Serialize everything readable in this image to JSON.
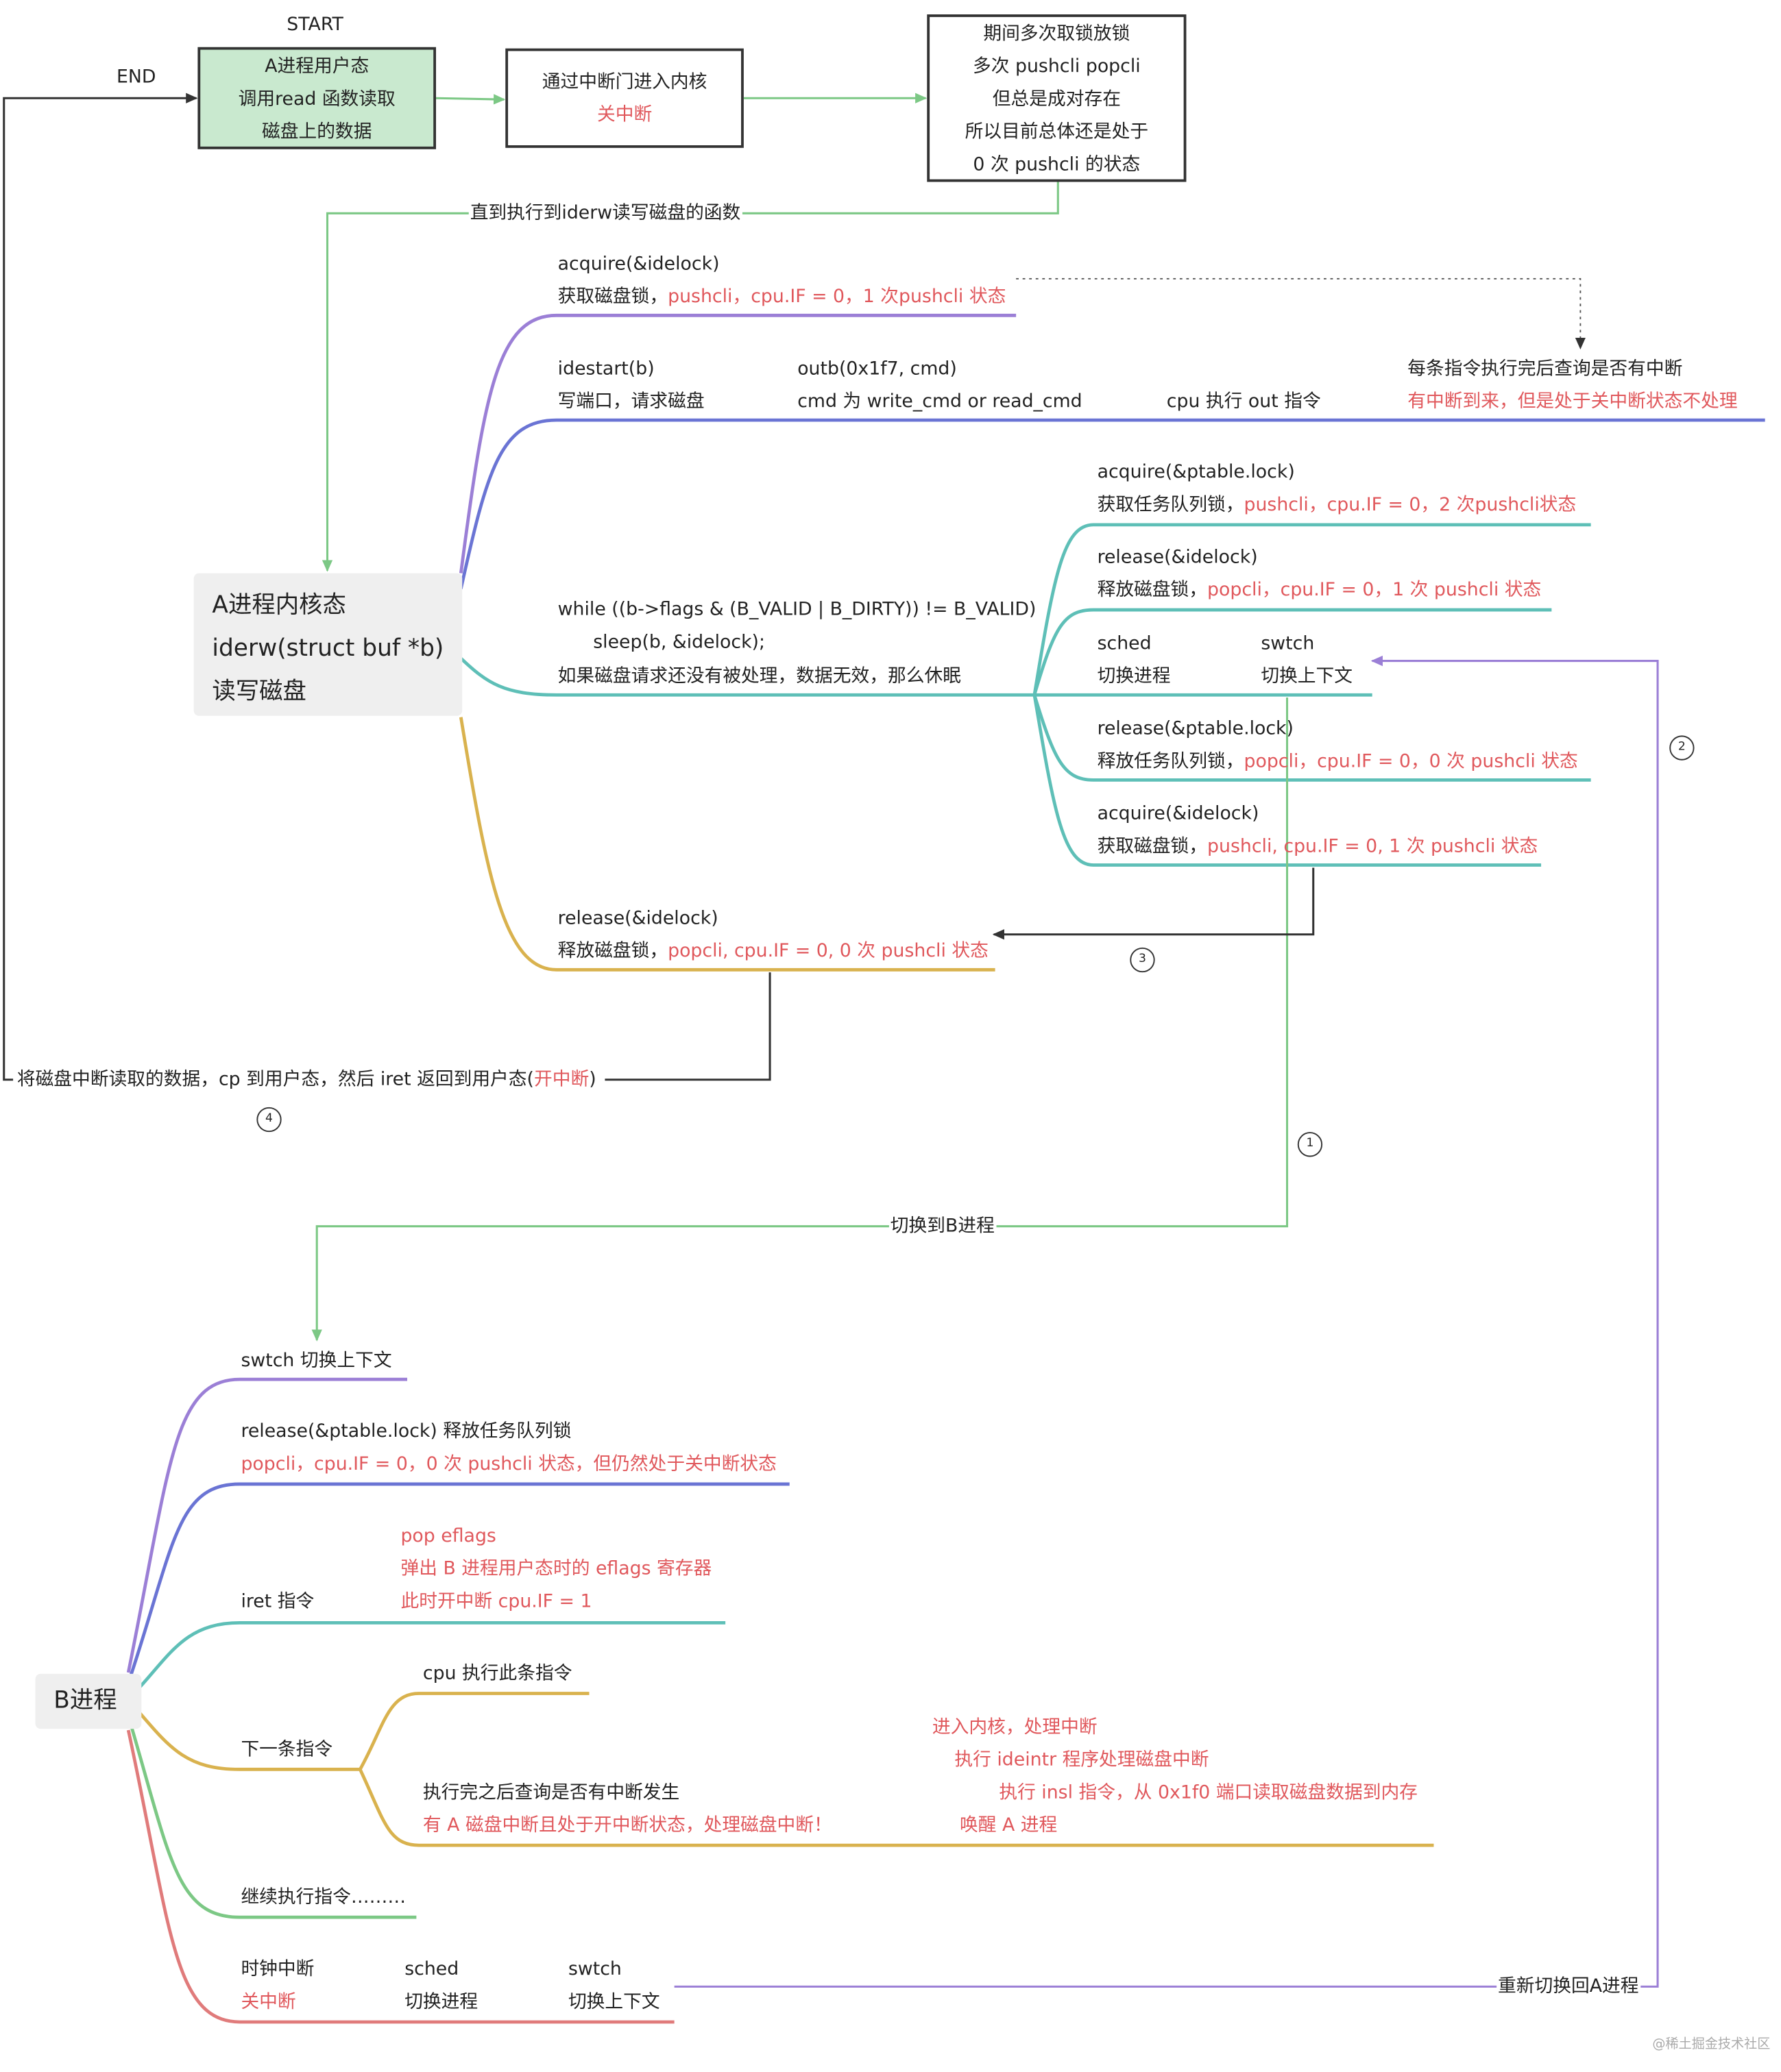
{
  "start_label": "START",
  "end_label": "END",
  "box_user": [
    "A进程用户态",
    "调用read 函数读取",
    "磁盘上的数据"
  ],
  "box_gate": {
    "line1": "通过中断门进入内核",
    "line2": "关中断"
  },
  "box_locks": [
    "期间多次取锁放锁",
    "多次 pushcli popcli",
    "但总是成对存在",
    "所以目前总体还是处于",
    "0 次 pushcli 的状态"
  ],
  "label_until": "直到执行到iderw读写磁盘的函数",
  "a_kernel": [
    "A进程内核态",
    "iderw(struct buf *b)",
    "读写磁盘"
  ],
  "acq1": {
    "line1": "acquire(&idelock)",
    "line2a": "获取磁盘锁，",
    "line2b": "pushcli，cpu.IF = 0，1 次pushcli 状态"
  },
  "idestart": {
    "c1a": "idestart(b)",
    "c1b": "写端口，请求磁盘",
    "c2a": "outb(0x1f7, cmd)",
    "c2b": "cmd 为 write_cmd or read_cmd",
    "c3": "cpu 执行 out 指令",
    "c4a": "每条指令执行完后查询是否有中断",
    "c4b": "有中断到来，但是处于关中断状态不处理"
  },
  "while_block": [
    "while ((b->flags & (B_VALID | B_DIRTY)) != B_VALID)",
    "sleep(b, &idelock);",
    "如果磁盘请求还没有被处理，数据无效，那么休眠"
  ],
  "sub1": {
    "line1": "acquire(&ptable.lock)",
    "line2a": "获取任务队列锁，",
    "line2b": "pushcli，cpu.IF = 0，2 次pushcli状态"
  },
  "sub2": {
    "line1": "release(&idelock)",
    "line2a": "释放磁盘锁，",
    "line2b": "popcli，cpu.IF = 0，1 次 pushcli 状态"
  },
  "sub3": {
    "a1": "sched",
    "a2": "切换进程",
    "b1": "swtch",
    "b2": "切换上下文"
  },
  "sub4": {
    "line1": "release(&ptable.lock)",
    "line2a": "释放任务队列锁，",
    "line2b": "popcli，cpu.IF = 0，0 次 pushcli 状态"
  },
  "sub5": {
    "line1": "acquire(&idelock)",
    "line2a": "获取磁盘锁，",
    "line2b": "pushcli, cpu.IF = 0, 1 次 pushcli 状态"
  },
  "rel_final": {
    "line1": "release(&idelock)",
    "line2a": "释放磁盘锁，",
    "line2b": "popcli, cpu.IF = 0, 0 次 pushcli 状态"
  },
  "copy_back": {
    "a": "将磁盘中断读取的数据，cp 到用户态，然后 iret 返回到用户态(",
    "b": "开中断",
    "c": ")"
  },
  "label_switch_b": "切换到B进程",
  "b_process": "B进程",
  "b1": "swtch 切换上下文",
  "b2": {
    "line1": "release(&ptable.lock) 释放任务队列锁",
    "line2": "popcli，cpu.IF = 0，0 次 pushcli 状态，但仍然处于关中断状态"
  },
  "b3": {
    "main": "iret 指令",
    "r1": "pop eflags",
    "r2": "弹出 B 进程用户态时的 eflags 寄存器",
    "r3": "此时开中断 cpu.IF = 1"
  },
  "b4": {
    "main": "下一条指令",
    "s1": "cpu 执行此条指令",
    "s2a": "执行完之后查询是否有中断发生",
    "s2b": "有 A 磁盘中断且处于开中断状态，处理磁盘中断！",
    "h1": "进入内核，处理中断",
    "h2": "执行 ideintr 程序处理磁盘中断",
    "h3": "执行 insl 指令，从 0x1f0 端口读取磁盘数据到内存",
    "h4": "唤醒 A 进程"
  },
  "b5": "继续执行指令………",
  "b6": {
    "a1": "时钟中断",
    "a2": "关中断",
    "b1": "sched",
    "b2": "切换进程",
    "c1": "swtch",
    "c2": "切换上下文"
  },
  "label_switch_back": "重新切换回A进程",
  "marker_1": "1",
  "marker_2": "2",
  "marker_3": "3",
  "marker_4": "4",
  "watermark": "@稀土掘金技术社区",
  "colors": {
    "purple": "#9b7fd6",
    "blue": "#6a74d4",
    "teal": "#5ebfb7",
    "yellow": "#d9b24e",
    "green": "#7cc885",
    "red": "#e07b7b",
    "dark": "#333333",
    "text_red": "#e0585c"
  }
}
